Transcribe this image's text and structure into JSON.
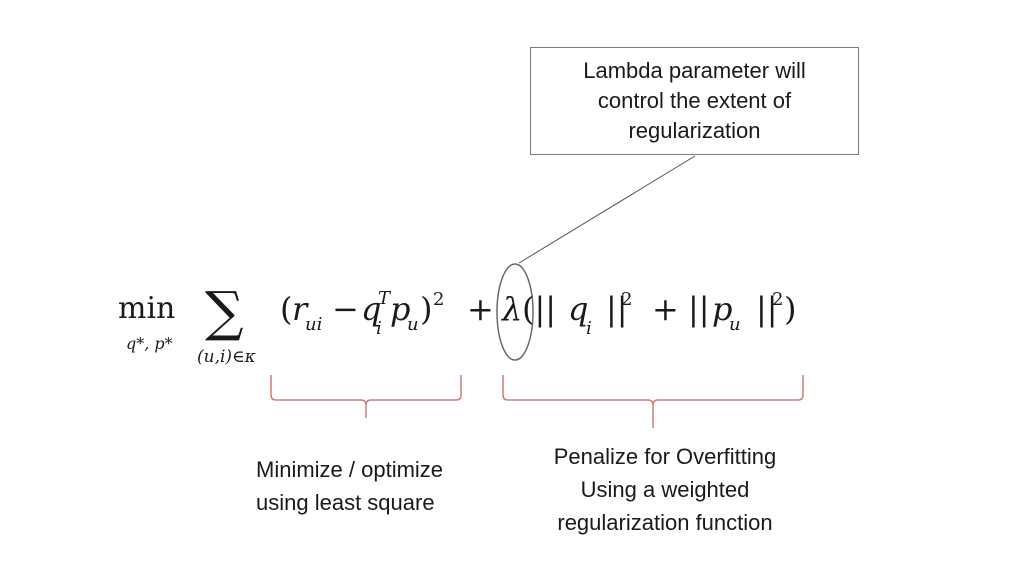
{
  "callout": {
    "lines": [
      "Lambda parameter will",
      "control the extent of",
      "regularization"
    ]
  },
  "annotations": {
    "left": [
      "Minimize / optimize",
      "using least square"
    ],
    "right": [
      "Penalize for Overfitting",
      "Using a weighted",
      "regularization function"
    ]
  },
  "formula": {
    "min": "min",
    "min_subscript": "q*, p*",
    "sum_symbol": "∑",
    "sum_subscript": "(u,i)∈κ",
    "open_paren": "(",
    "r": "r",
    "r_sub": "ui",
    "minus": "−",
    "q": "q",
    "q_sub": "i",
    "q_sup": "T",
    "p": "p",
    "p_sub": "u",
    "close_paren": ")",
    "square": "2",
    "plus": "+",
    "lambda": "λ",
    "norm_open": "(||",
    "norm_q": "q",
    "norm_q_sub": "i",
    "norm_close": "||",
    "norm_sq": "2",
    "plus2": "+",
    "norm_open2": "||",
    "norm_p": "p",
    "norm_p_sub": "u",
    "norm_close2": "||",
    "norm_sq2": "2",
    "final_paren": ")"
  },
  "colors": {
    "brace": "#d47a7a",
    "ellipse": "#6b6b6b",
    "leader_line": "#555555",
    "text": "#1a1a1a"
  }
}
